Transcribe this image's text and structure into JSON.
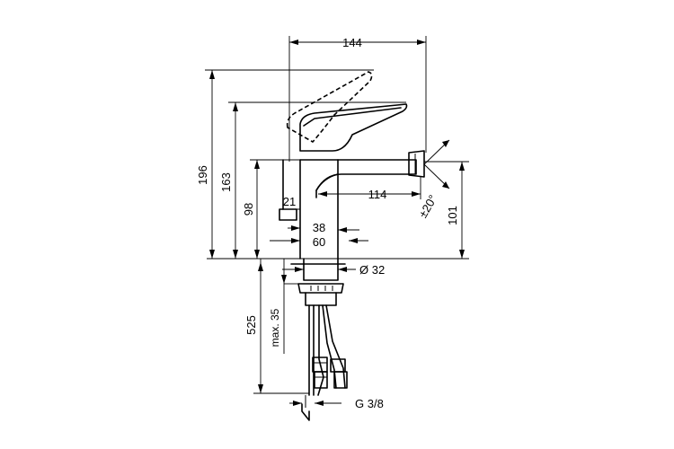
{
  "dimensions": {
    "total_width": "144",
    "total_height": "196",
    "lever_height": "163",
    "spout_height": "98",
    "tube_offset": "21",
    "spout_reach": "114",
    "body_width_small": "38",
    "body_width_large": "60",
    "nozzle_height": "101",
    "nozzle_angle": "±20°",
    "base_diameter": "Ø 32",
    "below_deck": "525",
    "max_thickness": "max. 35",
    "connection": "G 3/8"
  }
}
